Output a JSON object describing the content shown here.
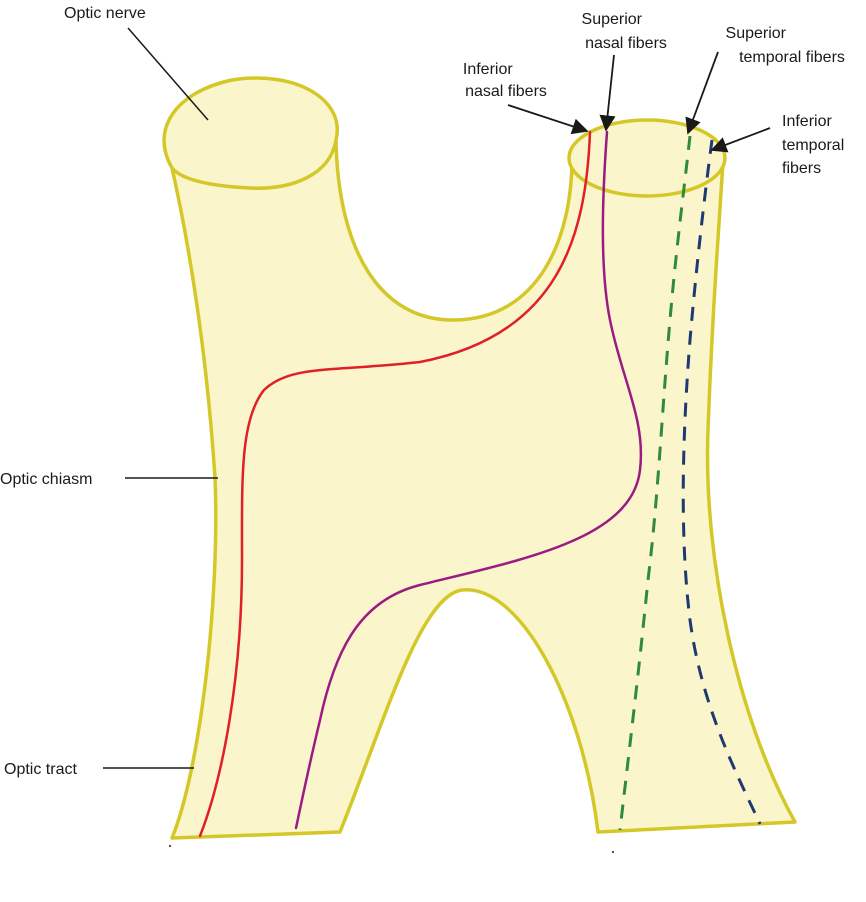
{
  "labels": {
    "optic_nerve": "Optic nerve",
    "optic_chiasm": "Optic chiasm",
    "optic_tract": "Optic tract",
    "inferior_nasal": [
      "Inferior",
      "nasal fibers"
    ],
    "superior_nasal": [
      "Superior",
      "nasal fibers"
    ],
    "superior_temporal": [
      "Superior",
      "temporal fibers"
    ],
    "inferior_temporal": [
      "Inferior",
      "temporal",
      "fibers"
    ]
  },
  "colors": {
    "structure_fill": "#fbf5cb",
    "structure_outline": "#d4c829",
    "inferior_nasal_fibers": "#e01f26",
    "superior_nasal_fibers": "#9b1b82",
    "superior_temporal_fibers": "#2e8b3a",
    "inferior_temporal_fibers": "#1f3a73",
    "leader_lines": "#1a1a1a"
  }
}
